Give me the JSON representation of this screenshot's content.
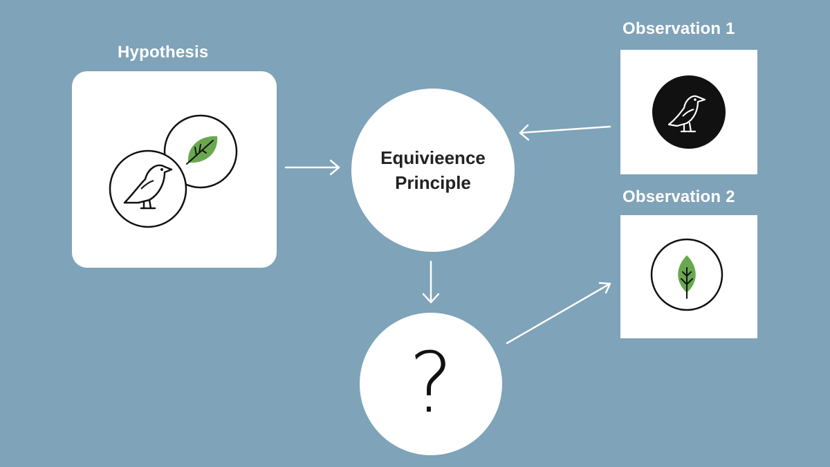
{
  "hypothesis": {
    "label": "Hypothesis",
    "icons": [
      "bird-icon",
      "leaf-icon"
    ]
  },
  "principle": {
    "line1": "Equivieence",
    "line2": "Principle"
  },
  "unknown": {
    "symbol": "?"
  },
  "observation1": {
    "label": "Observation 1",
    "icon": "bird-icon"
  },
  "observation2": {
    "label": "Observation 2",
    "icon": "leaf-icon"
  },
  "colors": {
    "background": "#7fa3b8",
    "leaf": "#6aa84f",
    "card": "#ffffff",
    "dark": "#111111"
  }
}
